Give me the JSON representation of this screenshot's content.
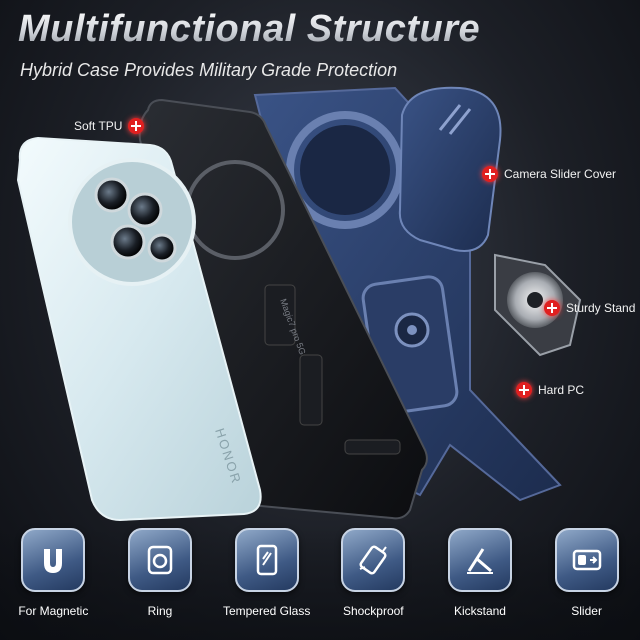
{
  "header": {
    "title": "Multifunctional Structure",
    "subtitle": "Hybrid Case Provides Military Grade Protection"
  },
  "product": {
    "phone_brand_text": "HONOR",
    "case_model_text": "Magic7 pro 5G"
  },
  "callouts": [
    {
      "label": "Soft TPU"
    },
    {
      "label": "Camera Slider Cover"
    },
    {
      "label": "Sturdy Stand"
    },
    {
      "label": "Hard PC"
    }
  ],
  "features": [
    {
      "label": "For Magnetic",
      "icon": "magnet-icon"
    },
    {
      "label": "Ring",
      "icon": "ring-icon"
    },
    {
      "label": "Tempered Glass",
      "icon": "tempered-glass-icon"
    },
    {
      "label": "Shockproof",
      "icon": "shockproof-icon"
    },
    {
      "label": "Kickstand",
      "icon": "kickstand-icon"
    },
    {
      "label": "Slider",
      "icon": "slider-icon"
    }
  ],
  "colors": {
    "accent_red": "#e02020",
    "case_blue": "#2b3f6b",
    "phone_white": "#dfeef3",
    "icon_tile": "#3f5a85"
  }
}
